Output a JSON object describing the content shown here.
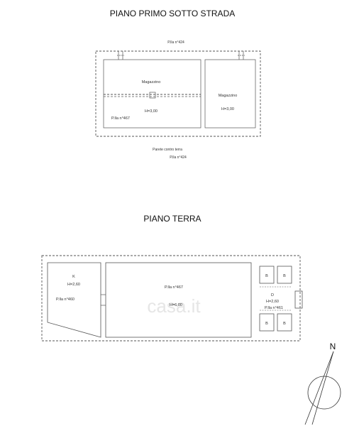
{
  "titles": {
    "floor_minus1": "PIANO PRIMO SOTTO STRADA",
    "floor_ground": "PIANO TERRA"
  },
  "floor_minus1": {
    "parcel_top": "P.lla n°424",
    "left_room_name": "Magazzino",
    "left_room_height": "H=3,00",
    "left_room_parcel": "P.lla n°467",
    "right_room_name": "Magazzino",
    "right_room_height": "H=3,00",
    "wall_note": "Parete contro terra",
    "parcel_bottom": "P.lla n°424"
  },
  "floor_ground": {
    "left_room_code": "K",
    "left_room_height": "H=2,60",
    "left_room_parcel": "P.lla n°460",
    "center_parcel": "P.lla n°467",
    "center_height": "H=6,00",
    "box_labels": [
      "B",
      "B",
      "B",
      "B"
    ],
    "right_room_code": "D",
    "right_room_height": "H=2,60",
    "right_room_parcel": "P.lla n°461"
  },
  "watermark": "casa.it",
  "compass": {
    "label": "N"
  }
}
